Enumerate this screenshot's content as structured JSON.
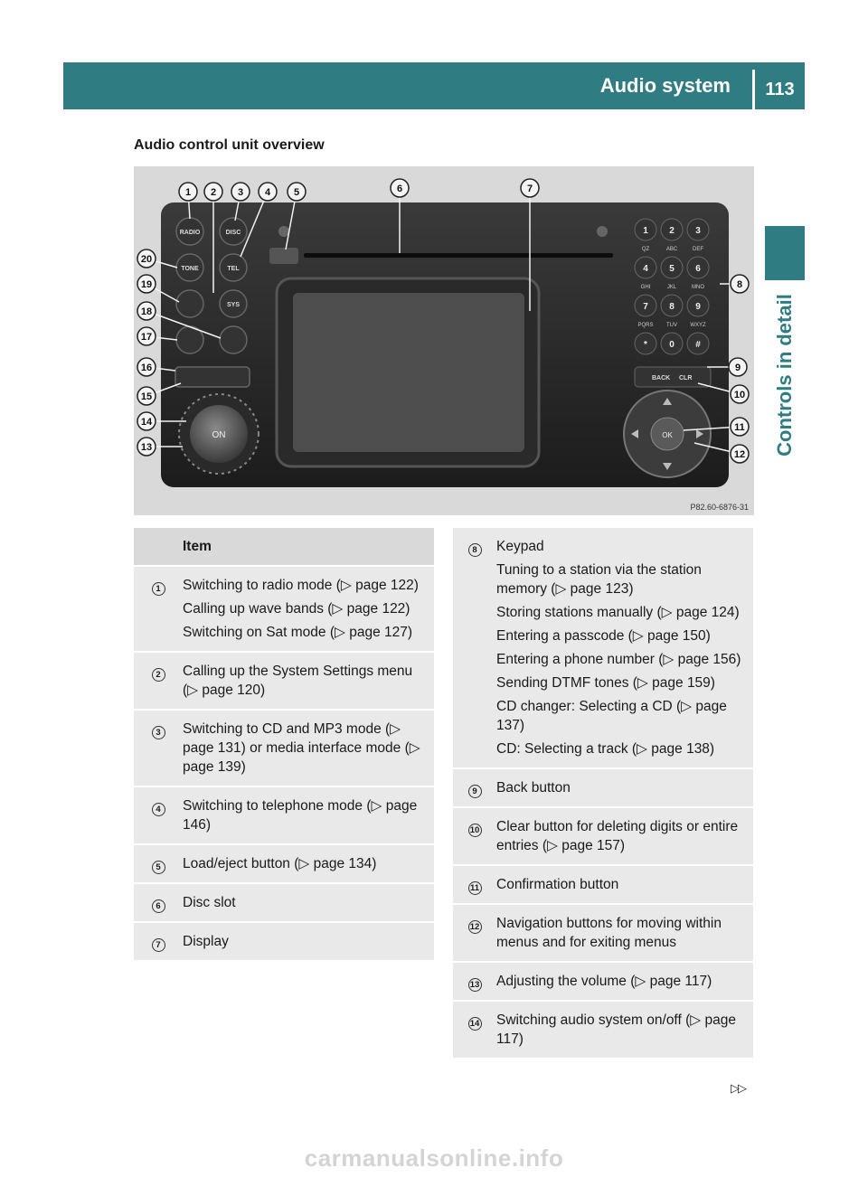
{
  "header": {
    "title": "Audio system",
    "page_number": "113"
  },
  "side_tab": {
    "label": "Controls in detail"
  },
  "section_title": "Audio control unit overview",
  "figure": {
    "code": "P82.60-6876-31",
    "callouts": [
      "1",
      "2",
      "3",
      "4",
      "5",
      "6",
      "7",
      "8",
      "9",
      "10",
      "11",
      "12",
      "13",
      "14",
      "15",
      "16",
      "17",
      "18",
      "19",
      "20"
    ],
    "buttons": {
      "radio": "RADIO",
      "disc": "DISC",
      "tone": "TONE",
      "tel": "TEL",
      "sys": "SYS",
      "back": "BACK",
      "clr": "CLR",
      "ok": "OK",
      "on": "ON",
      "keys": [
        "1",
        "2",
        "3",
        "4",
        "5",
        "6",
        "7",
        "8",
        "9",
        "*",
        "0",
        "#"
      ],
      "key_letters": [
        "QZ",
        "ABC",
        "DEF",
        "GHI",
        "JKL",
        "MNO",
        "PQRS",
        "TUV",
        "WXYZ",
        "",
        "",
        ""
      ]
    }
  },
  "left_table": {
    "header": "Item",
    "rows": [
      {
        "num": "1",
        "lines": [
          "Switching to radio mode (▷ page 122)",
          "Calling up wave bands (▷ page 122)",
          "Switching on Sat mode (▷ page 127)"
        ]
      },
      {
        "num": "2",
        "lines": [
          "Calling up the System Settings menu (▷ page 120)"
        ]
      },
      {
        "num": "3",
        "lines": [
          "Switching to CD and MP3 mode (▷ page 131) or media interface mode (▷ page 139)"
        ]
      },
      {
        "num": "4",
        "lines": [
          "Switching to telephone mode (▷ page 146)"
        ]
      },
      {
        "num": "5",
        "lines": [
          "Load/eject button (▷ page 134)"
        ]
      },
      {
        "num": "6",
        "lines": [
          "Disc slot"
        ]
      },
      {
        "num": "7",
        "lines": [
          "Display"
        ]
      }
    ]
  },
  "right_table": {
    "rows": [
      {
        "num": "8",
        "lines": [
          "Keypad",
          "Tuning to a station via the station memory (▷ page 123)",
          "Storing stations manually (▷ page 124)",
          "Entering a passcode (▷ page 150)",
          "Entering a phone number (▷ page 156)",
          "Sending DTMF tones (▷ page 159)",
          "CD changer: Selecting a CD (▷ page 137)",
          "CD: Selecting a track (▷ page 138)"
        ]
      },
      {
        "num": "9",
        "lines": [
          "Back button"
        ]
      },
      {
        "num": "10",
        "lines": [
          "Clear button for deleting digits or entire entries (▷ page 157)"
        ]
      },
      {
        "num": "11",
        "lines": [
          "Confirmation button"
        ]
      },
      {
        "num": "12",
        "lines": [
          "Navigation buttons for moving within menus and for exiting menus"
        ]
      },
      {
        "num": "13",
        "lines": [
          "Adjusting the volume (▷ page 117)"
        ]
      },
      {
        "num": "14",
        "lines": [
          "Switching audio system on/off (▷ page 117)"
        ]
      }
    ]
  },
  "continue_marker": "▷▷",
  "watermark": "carmanualsonline.info",
  "colors": {
    "accent": "#2f7d82",
    "table_bg": "#e9e9e9",
    "table_head_bg": "#d9d9d9"
  }
}
